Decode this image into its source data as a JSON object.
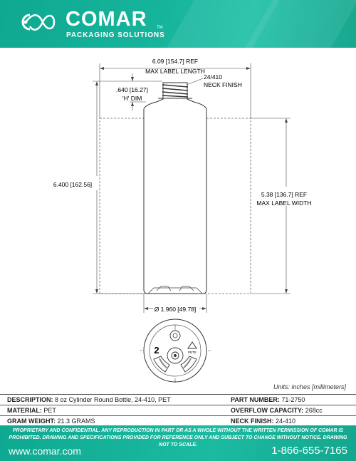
{
  "header": {
    "brand": "COMAR",
    "brand_tm": "TM",
    "tagline": "PACKAGING SOLUTIONS",
    "colors": {
      "teal": "#17b49c",
      "white": "#ffffff"
    }
  },
  "drawing": {
    "dim_label_length": {
      "value": "6.09 [154.7] REF",
      "caption": "MAX LABEL LENGTH"
    },
    "neck_finish": {
      "value": "24/410",
      "caption": "NECK FINISH"
    },
    "h_dim": {
      "value": ".640 [16.27]",
      "caption": "'H' DIM"
    },
    "overall_height": "6.400 [162.56]",
    "label_width": {
      "value": "5.38 [136.7] REF",
      "caption": "MAX LABEL WIDTH"
    },
    "diameter": "Ø 1.960 [49.78]",
    "base_marks": {
      "cavity": "2",
      "recycle": "PETE"
    }
  },
  "units_note": "Units: inches [millimeters]",
  "specs": {
    "description": {
      "key": "DESCRIPTION:",
      "value": "8 oz Cylinder Round Bottle, 24-410, PET"
    },
    "part_number": {
      "key": "PART NUMBER:",
      "value": "71-2750"
    },
    "material": {
      "key": "MATERIAL:",
      "value": "PET"
    },
    "overflow_capacity": {
      "key": "OVERFLOW CAPACITY:",
      "value": "268cc"
    },
    "gram_weight": {
      "key": "GRAM WEIGHT:",
      "value": "21.3 GRAMS"
    },
    "neck_finish": {
      "key": "NECK FINISH:",
      "value": "24-410"
    }
  },
  "footer": {
    "disclaimer": "PROPRIETARY AND CONFIDENTIAL. ANY REPRODUCTION IN PART OR AS A WHOLE WITHOUT THE WRITTEN PERMISSION OF COMAR IS PROHIBITED. DRAWING AND SPECIFICATIONS PROVIDED FOR REFERENCE ONLY AND SUBJECT TO CHANGE WITHOUT NOTICE. DRAWING NOT TO SCALE.",
    "website": "www.comar.com",
    "phone": "1-866-655-7165"
  }
}
